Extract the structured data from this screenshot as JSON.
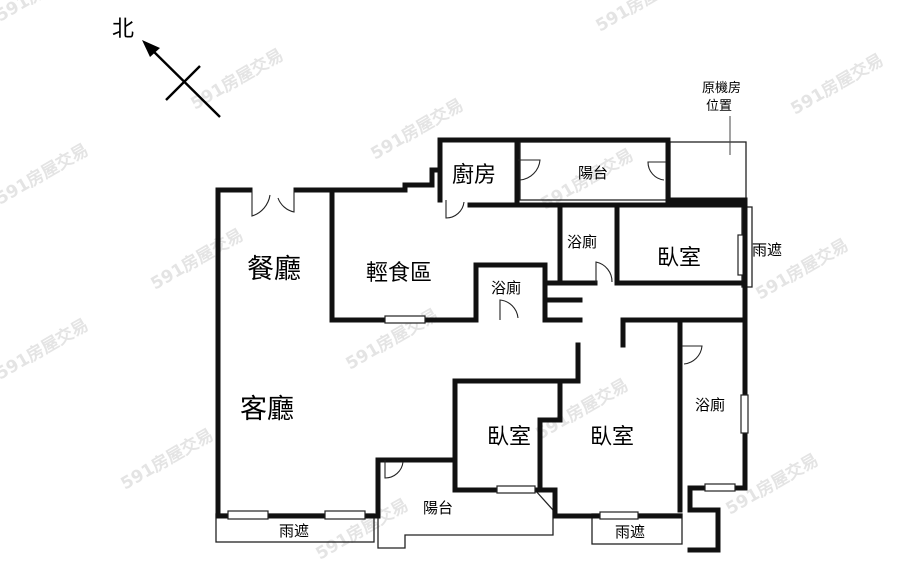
{
  "compass": {
    "label": "北"
  },
  "rooms": {
    "dining": "餐廳",
    "living": "客廳",
    "light_meal": "輕食區",
    "kitchen": "廚房",
    "balcony_top": "陽台",
    "machine_room": [
      "原機房",
      "位置"
    ],
    "bath_a": "浴廁",
    "bath_b": "浴廁",
    "bath_c": "浴廁",
    "bedroom_master": "臥室",
    "bedroom_small": "臥室",
    "bedroom_mid": "臥室",
    "canopy_right": "雨遮",
    "balcony_bottom": "陽台",
    "canopy_bottom_left": "雨遮",
    "canopy_bottom_right": "雨遮"
  },
  "watermark": {
    "text": "591房屋交易"
  }
}
